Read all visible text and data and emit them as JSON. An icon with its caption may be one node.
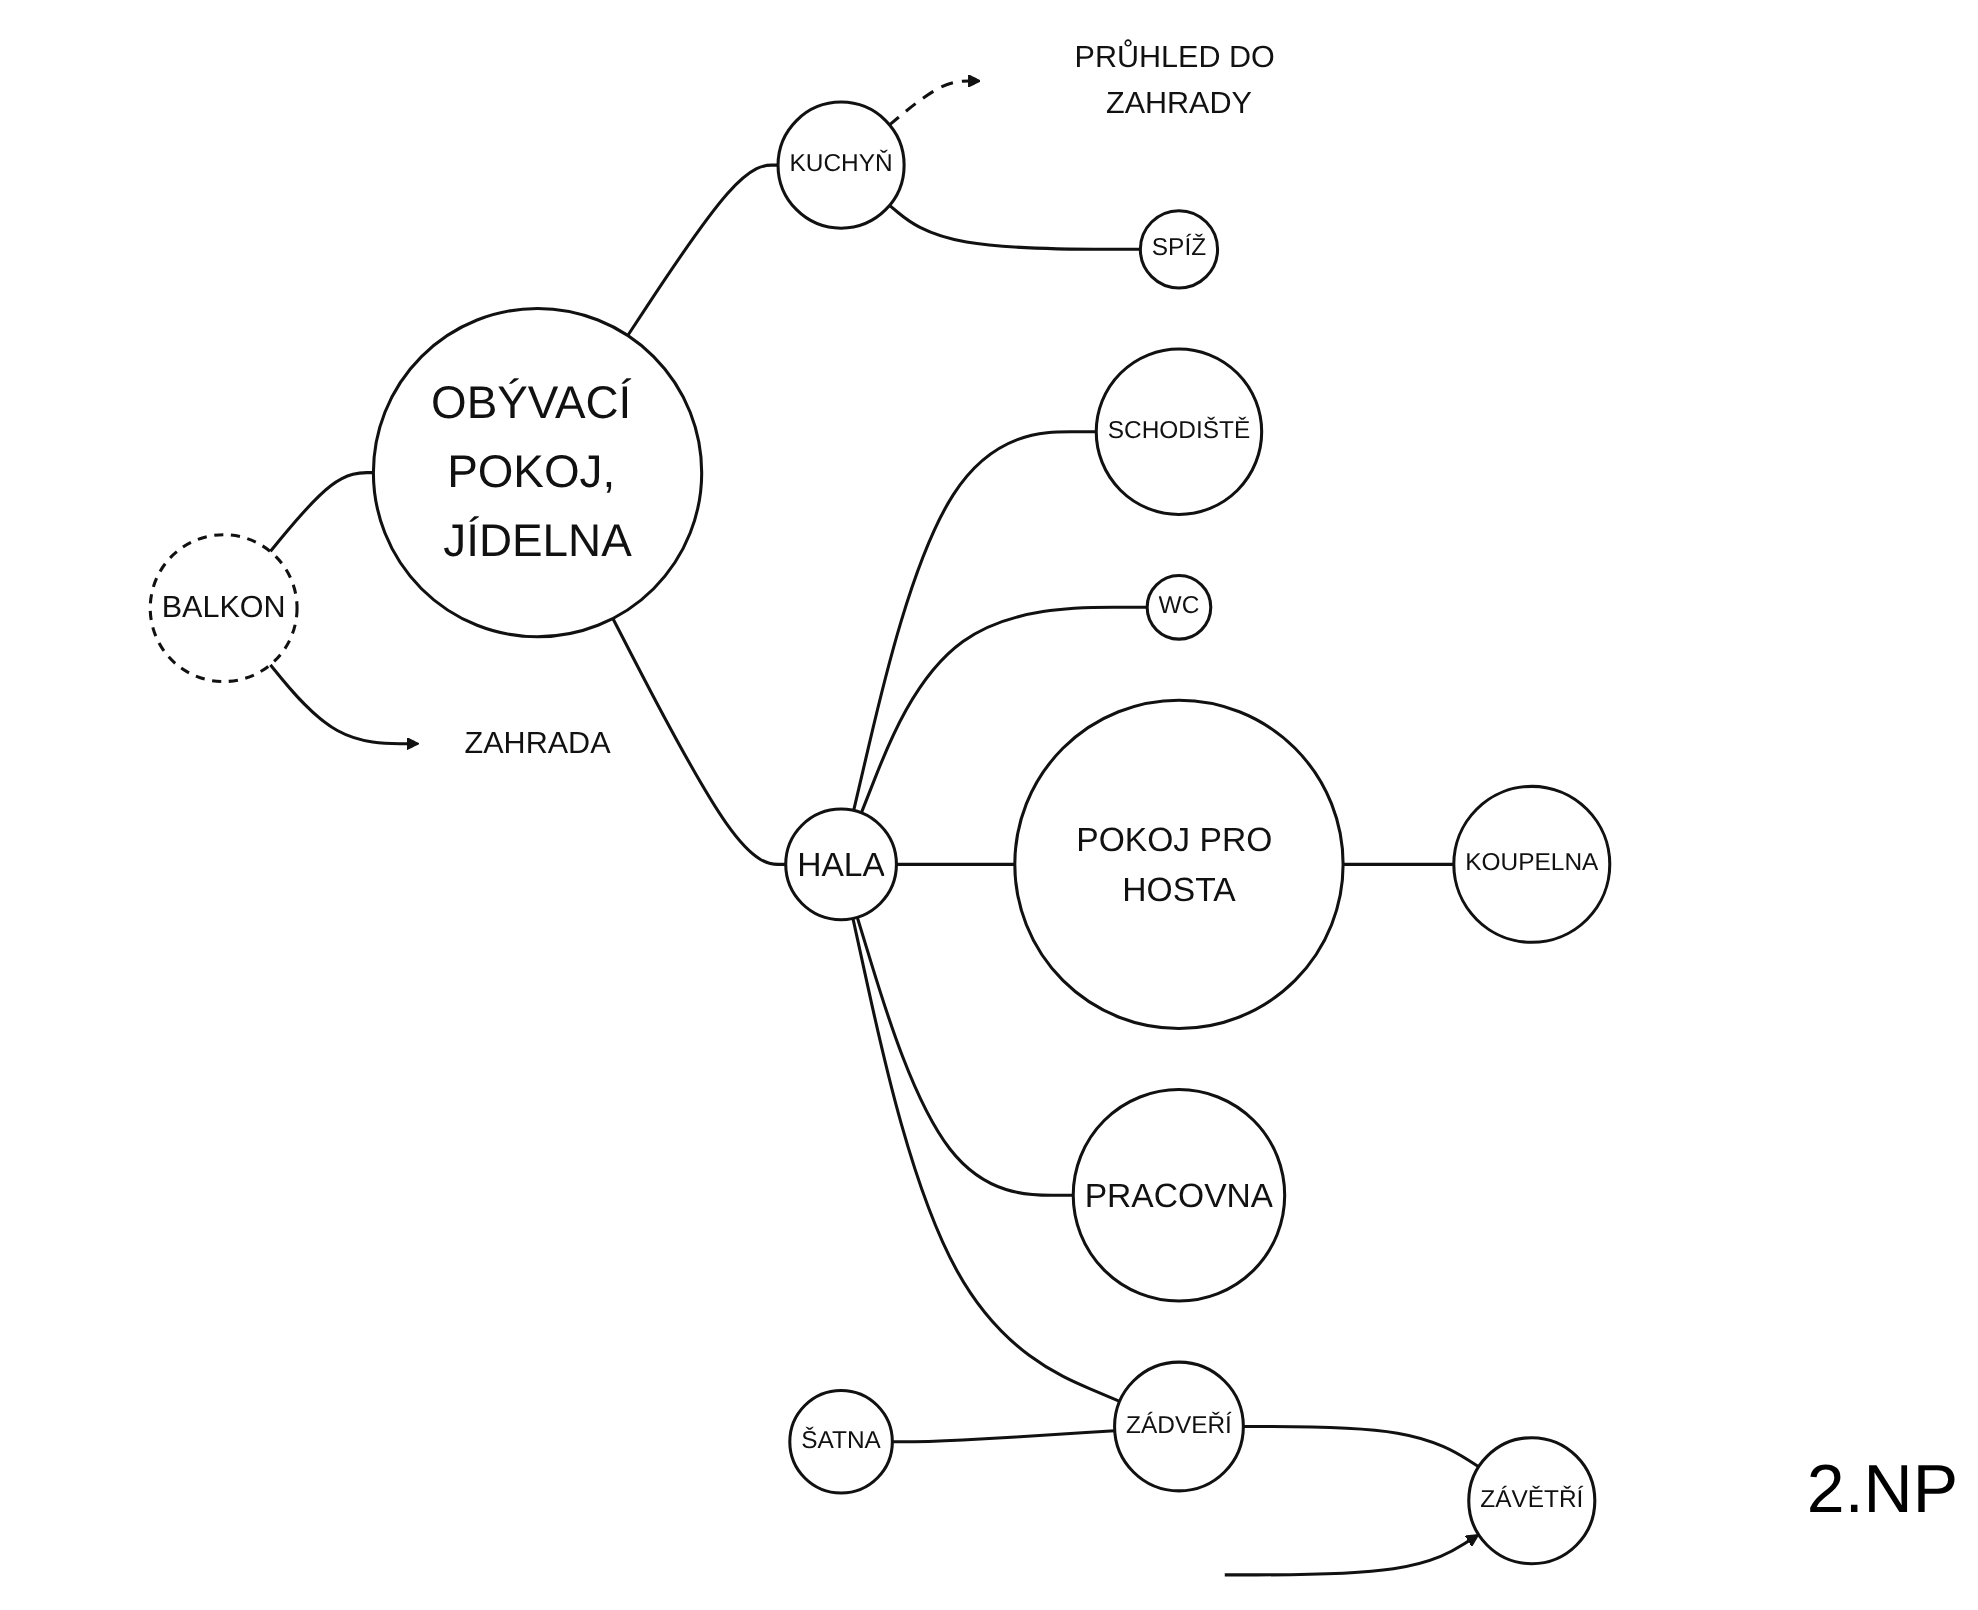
{
  "diagram": {
    "nodes": [
      {
        "text": [
          "PRŮHLED DO ZAHRADY"
        ]
      },
      {
        "text": [
          "KUCHYŇ"
        ]
      },
      {
        "text": [
          "SPÍŽ"
        ]
      },
      {
        "text": [
          "SCHODIŠTĚ"
        ]
      },
      {
        "text": [
          "WC"
        ]
      },
      {
        "text": [
          "POKOJ PRO HOSTA"
        ]
      },
      {
        "text": [
          "KOUPELNA"
        ]
      },
      {
        "text": [
          "BALKON"
        ]
      },
      {
        "text": [
          "OBÝVACÍ POKOJ, JÍDELNA"
        ]
      },
      {
        "text": [
          "HALA"
        ]
      },
      {
        "text": [
          "PRACOVNA"
        ]
      },
      {
        "text": [
          "ŠATNA"
        ]
      },
      {
        "text": [
          "ZÁDVEŘÍ"
        ]
      },
      {
        "text": [
          "ZAHRADA"
        ]
      },
      {
        "text": [
          "ZÁVĚTŘÍ"
        ]
      }
    ],
    "edges": [
      {
        "from": 1,
        "to": 0,
        "arrow": "to",
        "style": "dashed"
      },
      {
        "from": 1,
        "to": 2,
        "arrow": "none"
      },
      {
        "from": 8,
        "to": 1,
        "arrow": "none"
      },
      {
        "from": 7,
        "to": 8,
        "arrow": "none"
      },
      {
        "from": 7,
        "to": 13,
        "arrow": "to"
      },
      {
        "from": 8,
        "to": 9,
        "arrow": "none"
      },
      {
        "from": 9,
        "to": 3,
        "arrow": "none"
      },
      {
        "from": 9,
        "to": 4,
        "arrow": "none"
      },
      {
        "from": 9,
        "to": 5,
        "arrow": "none"
      },
      {
        "from": 5,
        "to": 6,
        "arrow": "none"
      },
      {
        "from": 9,
        "to": 10,
        "arrow": "none"
      },
      {
        "from": 9,
        "to": 12,
        "arrow": "none"
      },
      {
        "from": 11,
        "to": 12,
        "arrow": "none"
      },
      {
        "from": 12,
        "to": 14,
        "arrow": "none"
      },
      {
        "from": null,
        "to": 14,
        "arrow": "to"
      }
    ],
    "labels": [
      "2.NP"
    ]
  }
}
